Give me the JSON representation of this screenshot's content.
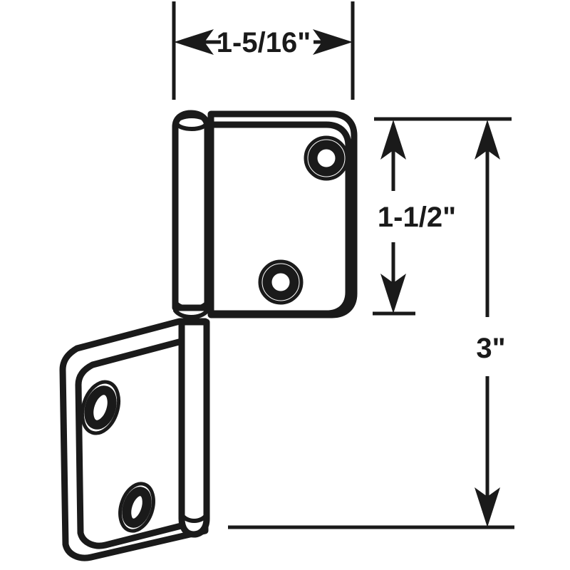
{
  "drawing": {
    "title": "Hinge Dimension Drawing",
    "background_color": "#ffffff",
    "line_color": "#1a1a1a"
  },
  "dimensions": {
    "width": {
      "label": "1-5/16\"",
      "orientation": "horizontal",
      "position": "top",
      "measures": "hinge-leaf-width"
    },
    "leaf_height": {
      "label": "1-1/2\"",
      "orientation": "vertical",
      "position": "right-inner",
      "measures": "upper-leaf-height"
    },
    "overall_height": {
      "label": "3\"",
      "orientation": "vertical",
      "position": "right-outer",
      "measures": "overall-hinge-height"
    }
  },
  "part": {
    "name": "offset-hinge",
    "upper_leaf": {
      "name": "upper-hinge-leaf",
      "screw_holes": 2
    },
    "lower_leaf": {
      "name": "lower-hinge-leaf",
      "screw_holes": 2
    },
    "barrel": {
      "name": "hinge-barrel"
    }
  }
}
